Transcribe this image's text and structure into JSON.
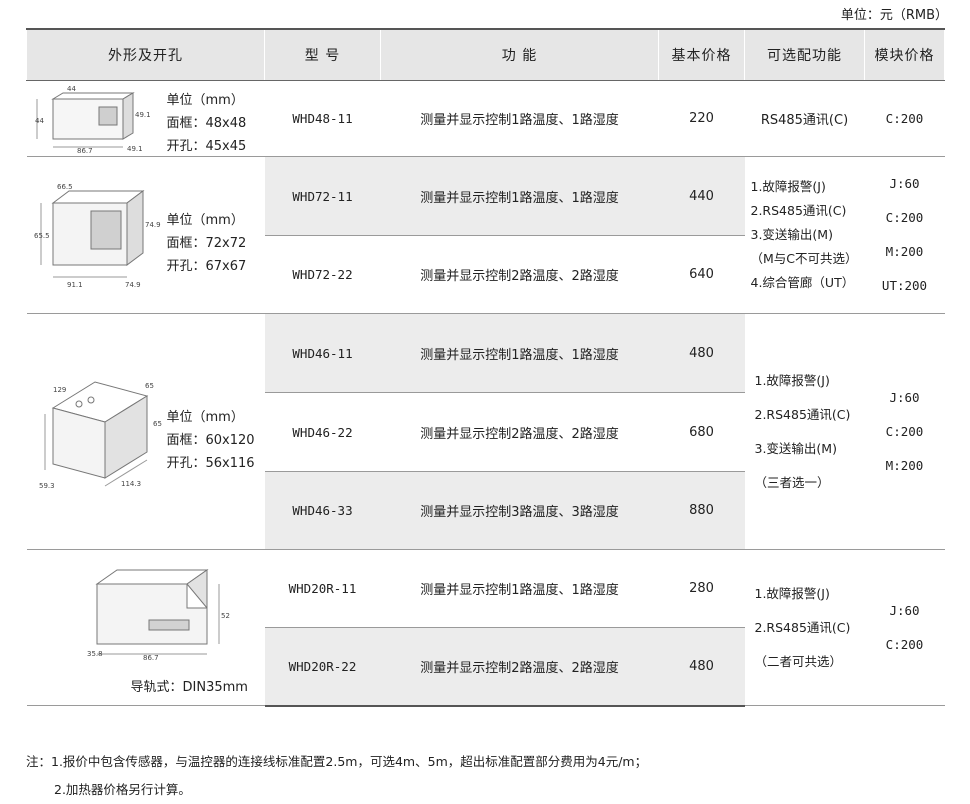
{
  "unit_note": "单位：元（RMB）",
  "headers": {
    "shape": "外形及开孔",
    "model": "型  号",
    "function": "功  能",
    "base_price": "基本价格",
    "options": "可选配功能",
    "module_price": "模块价格"
  },
  "groups": [
    {
      "dims": [
        "单位（mm）",
        "面框：48x48",
        "开孔：45x45"
      ],
      "rows": [
        {
          "model": "WHD48-11",
          "function": "测量并显示控制1路温度、1路湿度",
          "price": "220"
        }
      ],
      "options": [
        "RS485通讯(C)"
      ],
      "modules": [
        "C:200"
      ]
    },
    {
      "dims": [
        "单位（mm）",
        "面框：72x72",
        "开孔：67x67"
      ],
      "rows": [
        {
          "model": "WHD72-11",
          "function": "测量并显示控制1路温度、1路湿度",
          "price": "440"
        },
        {
          "model": "WHD72-22",
          "function": "测量并显示控制2路温度、2路湿度",
          "price": "640"
        }
      ],
      "options": [
        "1.故障报警(J)",
        "2.RS485通讯(C)",
        "3.变送输出(M)",
        "（M与C不可共选）",
        "4.综合管廊（UT）"
      ],
      "modules": [
        "J:60",
        "C:200",
        "M:200",
        "UT:200"
      ]
    },
    {
      "dims": [
        "单位（mm）",
        "面框：60x120",
        "开孔：56x116"
      ],
      "rows": [
        {
          "model": "WHD46-11",
          "function": "测量并显示控制1路温度、1路湿度",
          "price": "480"
        },
        {
          "model": "WHD46-22",
          "function": "测量并显示控制2路温度、2路湿度",
          "price": "680"
        },
        {
          "model": "WHD46-33",
          "function": "测量并显示控制3路温度、3路湿度",
          "price": "880"
        }
      ],
      "options": [
        "1.故障报警(J)",
        "2.RS485通讯(C)",
        "3.变送输出(M)",
        "（三者选一）"
      ],
      "modules": [
        "J:60",
        "C:200",
        "M:200"
      ]
    },
    {
      "rail": "导轨式：DIN35mm",
      "rows": [
        {
          "model": "WHD20R-11",
          "function": "测量并显示控制1路温度、1路湿度",
          "price": "280"
        },
        {
          "model": "WHD20R-22",
          "function": "测量并显示控制2路温度、2路湿度",
          "price": "480"
        }
      ],
      "options": [
        "1.故障报警(J)",
        "2.RS485通讯(C)",
        "（二者可共选）"
      ],
      "modules": [
        "J:60",
        "C:200"
      ]
    }
  ],
  "drawing_labels": {
    "g1": [
      "44",
      "44",
      "86.7",
      "49.1",
      "49.1"
    ],
    "g2": [
      "66.5",
      "65.5",
      "74.9",
      "91.1",
      "74.9"
    ],
    "g3": [
      "129",
      "65",
      "65",
      "114.3",
      "59.3"
    ],
    "g4": [
      "52",
      "86.7",
      "35.8"
    ]
  },
  "notes": [
    "注：1.报价中包含传感器，与温控器的连接线标准配置2.5m，可选4m、5m，超出标准配置部分费用为4元/m；",
    "2.加热器价格另行计算。"
  ]
}
